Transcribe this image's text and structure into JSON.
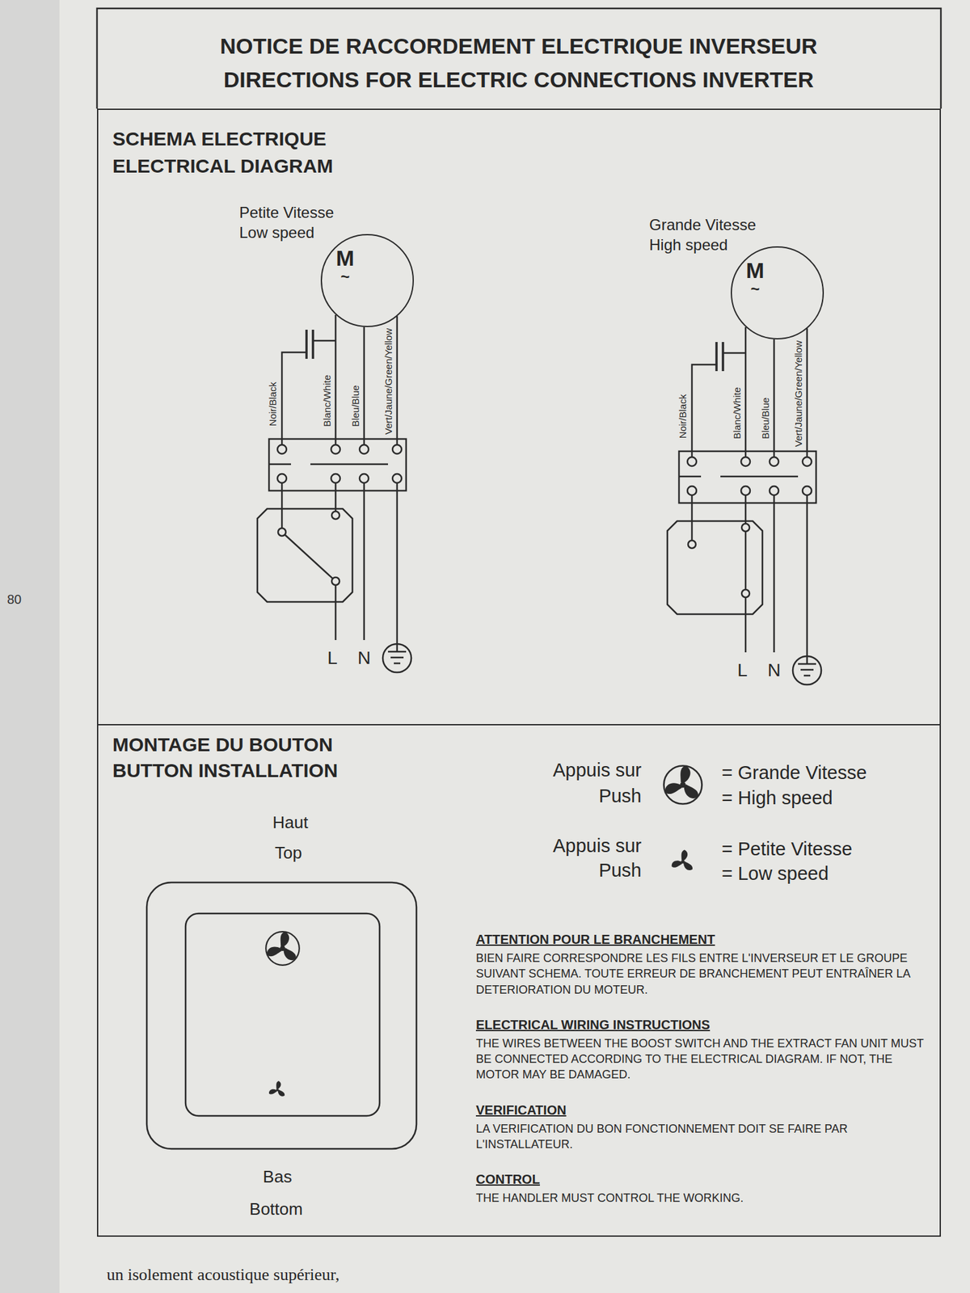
{
  "diagram": {
    "title": "NOTICE DE RACCORDEMENT ELECTRIQUE INVERSEUR",
    "nodes": [
      {
        "text": [
          "SCHEMA ELECTRIQUE",
          "ELECTRICAL DIAGRAM"
        ]
      },
      {
        "text": [
          "M",
          "~"
        ],
        "in": 0
      },
      {
        "text": [
          "M",
          "~"
        ],
        "in": 0
      },
      {
        "text": [
          "MONTAGE DU BOUTON",
          "BUTTON INSTALLATION"
        ]
      }
    ],
    "labels": [
      "DIRECTIONS FOR ELECTRIC CONNECTIONS INVERTER",
      "Petite Vitesse",
      "Low speed",
      "Noir/Black",
      "Blanc/White",
      "Bleu/Blue",
      "Vert/Jaune/Green/Yellow",
      "L",
      "N",
      "Grande Vitesse",
      "High speed",
      "Noir/Black",
      "Blanc/White",
      "Bleu/Blue",
      "Vert/Jaune/Green/Yellow",
      "L",
      "N",
      "Haut",
      "Top",
      "Bas",
      "Bottom",
      "Appuis sur",
      "Push",
      "= Grande Vitesse",
      "= High speed",
      "Appuis sur",
      "Push",
      "= Petite Vitesse",
      "= Low speed",
      "ATTENTION POUR LE BRANCHEMENT",
      "BIEN FAIRE CORRESPONDRE LES FILS ENTRE L'INVERSEUR ET LE GROUPE SUIVANT SCHEMA. TOUTE ERREUR DE BRANCHEMENT PEUT ENTRAÎNER LA DETERIORATION DU MOTEUR.",
      "ELECTRICAL WIRING INSTRUCTIONS",
      "THE WIRES BETWEEN THE BOOST SWITCH AND THE EXTRACT FAN UNIT MUST BE CONNECTED ACCORDING TO THE ELECTRICAL DIAGRAM. IF NOT, THE MOTOR MAY BE DAMAGED.",
      "VERIFICATION",
      "LA VERIFICATION DU BON FONCTIONNEMENT DOIT SE FAIRE PAR L'INSTALLATEUR.",
      "CONTROL",
      "THE HANDLER MUST CONTROL THE WORKING.",
      "80",
      "un isolement acoustique supérieur,"
    ]
  }
}
